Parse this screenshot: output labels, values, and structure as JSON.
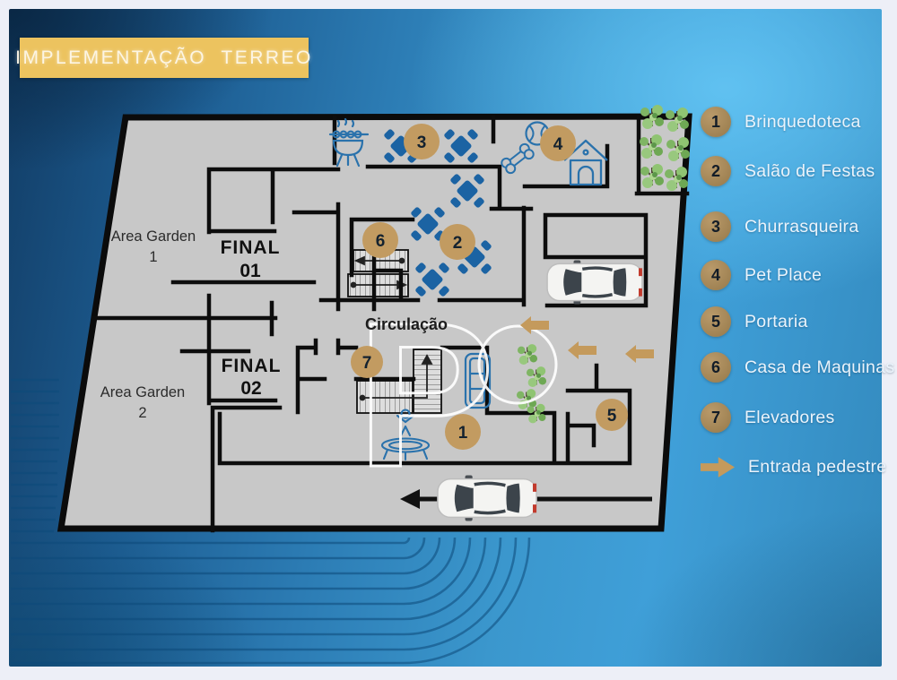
{
  "title": "IMPLEMENTAÇÃO  TERREO",
  "legend": {
    "items": [
      {
        "n": "1",
        "label": "Brinquedoteca"
      },
      {
        "n": "2",
        "label": "Salão de Festas"
      },
      {
        "n": "3",
        "label": "Churrasqueira"
      },
      {
        "n": "4",
        "label": "Pet Place"
      },
      {
        "n": "5",
        "label": "Portaria"
      },
      {
        "n": "6",
        "label": "Casa de Maquinas"
      },
      {
        "n": "7",
        "label": "Elevadores"
      }
    ],
    "entrance": {
      "label": "Entrada pedestre"
    }
  },
  "plan": {
    "markers": [
      {
        "n": "1"
      },
      {
        "n": "2"
      },
      {
        "n": "3"
      },
      {
        "n": "4"
      },
      {
        "n": "5"
      },
      {
        "n": "6"
      },
      {
        "n": "7"
      }
    ],
    "labels": {
      "area_garden_1": [
        "Area Garden",
        "1"
      ],
      "area_garden_2": [
        "Area Garden",
        "2"
      ],
      "final_01": [
        "FINAL",
        "01"
      ],
      "final_02": [
        "FINAL",
        "02"
      ],
      "circulation": "Circulação"
    },
    "watermark_letter": "P"
  },
  "colors": {
    "title_bar": "#ecc35f",
    "legend_circle": "#a28757",
    "accent_tan": "#c49a5c",
    "plan_fill": "#c8c8c8",
    "wall": "#0d0d0d",
    "furniture_blue": "#1d67a7",
    "background_blue": "#2f83b7",
    "tree_green": "#7fb564"
  }
}
